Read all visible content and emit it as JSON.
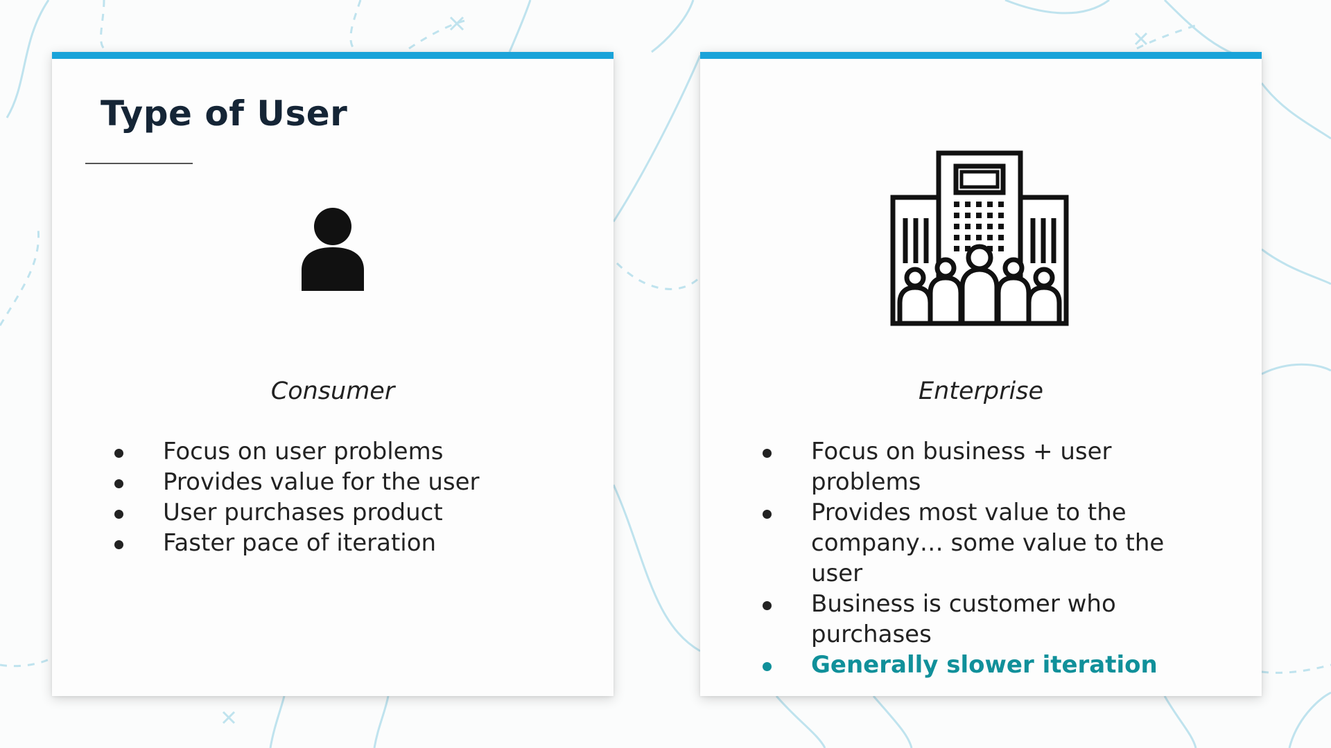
{
  "slide": {
    "title": "Type of User"
  },
  "consumer": {
    "icon": "person-icon",
    "label": "Consumer",
    "bullets": [
      "Focus on user problems",
      "Provides value for the user",
      "User purchases product",
      "Faster pace of iteration"
    ]
  },
  "enterprise": {
    "icon": "enterprise-building-icon",
    "label": "Enterprise",
    "bullets": [
      "Focus on business + user problems",
      "Provides most value to the company… some value to the user",
      "Business is customer who purchases",
      "Generally slower iteration"
    ]
  },
  "colors": {
    "card_accent": "#1aa3d9",
    "highlight_text": "#10909a",
    "background_line": "#bfe3ee"
  }
}
